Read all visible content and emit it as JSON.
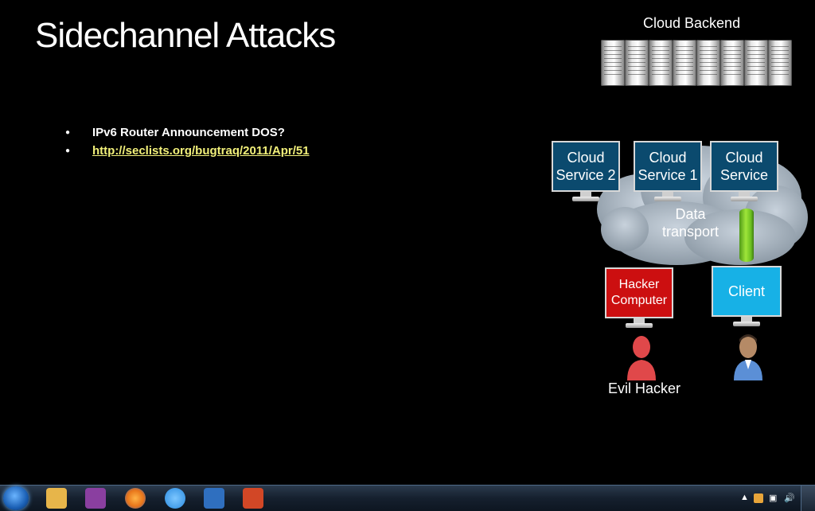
{
  "slide": {
    "title": "Sidechannel Attacks",
    "bullets": [
      {
        "text": "IPv6 Router Announcement DOS?",
        "link": false
      },
      {
        "text": "http://seclists.org/bugtraq/2011/Apr/51",
        "link": true
      }
    ]
  },
  "diagram": {
    "backend_label": "Cloud Backend",
    "data_transport_label": "Data\ntransport",
    "evil_hacker_label": "Evil Hacker",
    "monitors": [
      {
        "label": "Cloud\nService 2",
        "color": "#0b4a6e"
      },
      {
        "label": "Cloud\nService 1",
        "color": "#0b4a6e"
      },
      {
        "label": "Cloud\nService",
        "color": "#0b4a6e"
      },
      {
        "label": "Hacker\nComputer",
        "color": "#cc0f10"
      },
      {
        "label": "Client",
        "color": "#17b1e6"
      }
    ],
    "pipe_color": "#7fd62c"
  },
  "taskbar": {
    "apps": [
      {
        "name": "windows-explorer",
        "color": "#e7b54a"
      },
      {
        "name": "onenote",
        "color": "#8a3fa0"
      },
      {
        "name": "firefox",
        "color": "#e8751a"
      },
      {
        "name": "internet-explorer",
        "color": "#2a8be0"
      },
      {
        "name": "virtualbox",
        "color": "#2f6fbf"
      },
      {
        "name": "powerpoint",
        "color": "#d24726"
      }
    ]
  }
}
